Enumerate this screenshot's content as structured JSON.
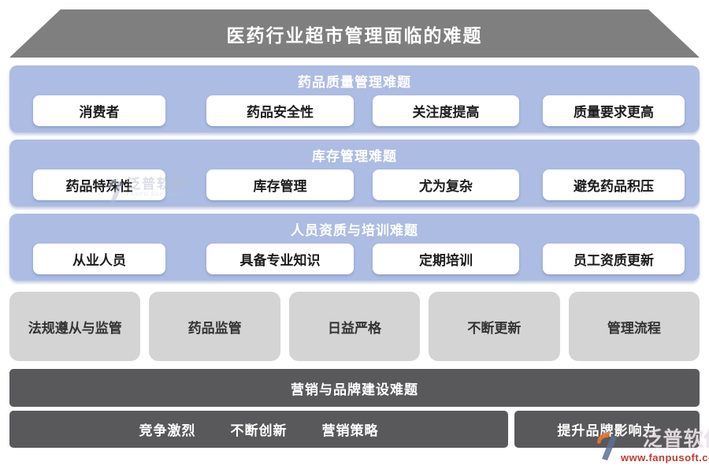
{
  "page": {
    "title": "医药行业超市管理面临的难题"
  },
  "sections": [
    {
      "title": "药品质量管理难题",
      "items": [
        "消费者",
        "药品安全性",
        "关注度提高",
        "质量要求更高"
      ]
    },
    {
      "title": "库存管理难题",
      "items": [
        "药品特殊性",
        "库存管理",
        "尤为复杂",
        "避免药品积压"
      ]
    },
    {
      "title": "人员资质与培训难题",
      "items": [
        "从业人员",
        "具备专业知识",
        "定期培训",
        "员工资质更新"
      ]
    }
  ],
  "regulation_row": [
    "法规遵从与监管",
    "药品监管",
    "日益严格",
    "不断更新",
    "管理流程"
  ],
  "marketing": {
    "title": "营销与品牌建设难题",
    "left_items": [
      "竞争激烈",
      "不断创新",
      "营销策略"
    ],
    "right_item": "提升品牌影响力"
  },
  "watermarks": {
    "center": {
      "name": "泛普软件",
      "sub": "FANPU SOFTWARE"
    },
    "bottom_right": {
      "name": "泛普软件",
      "url": "www.fanpusoft.com"
    }
  },
  "colors": {
    "banner_gray": "#7f7f7f",
    "section_blue": "#adbce2",
    "gray_box": "#d4d4d4",
    "dark_bar": "#59595b",
    "url_red": "#c23b34",
    "logo_orange": "#e8772e",
    "logo_slate": "#5d6f91"
  }
}
